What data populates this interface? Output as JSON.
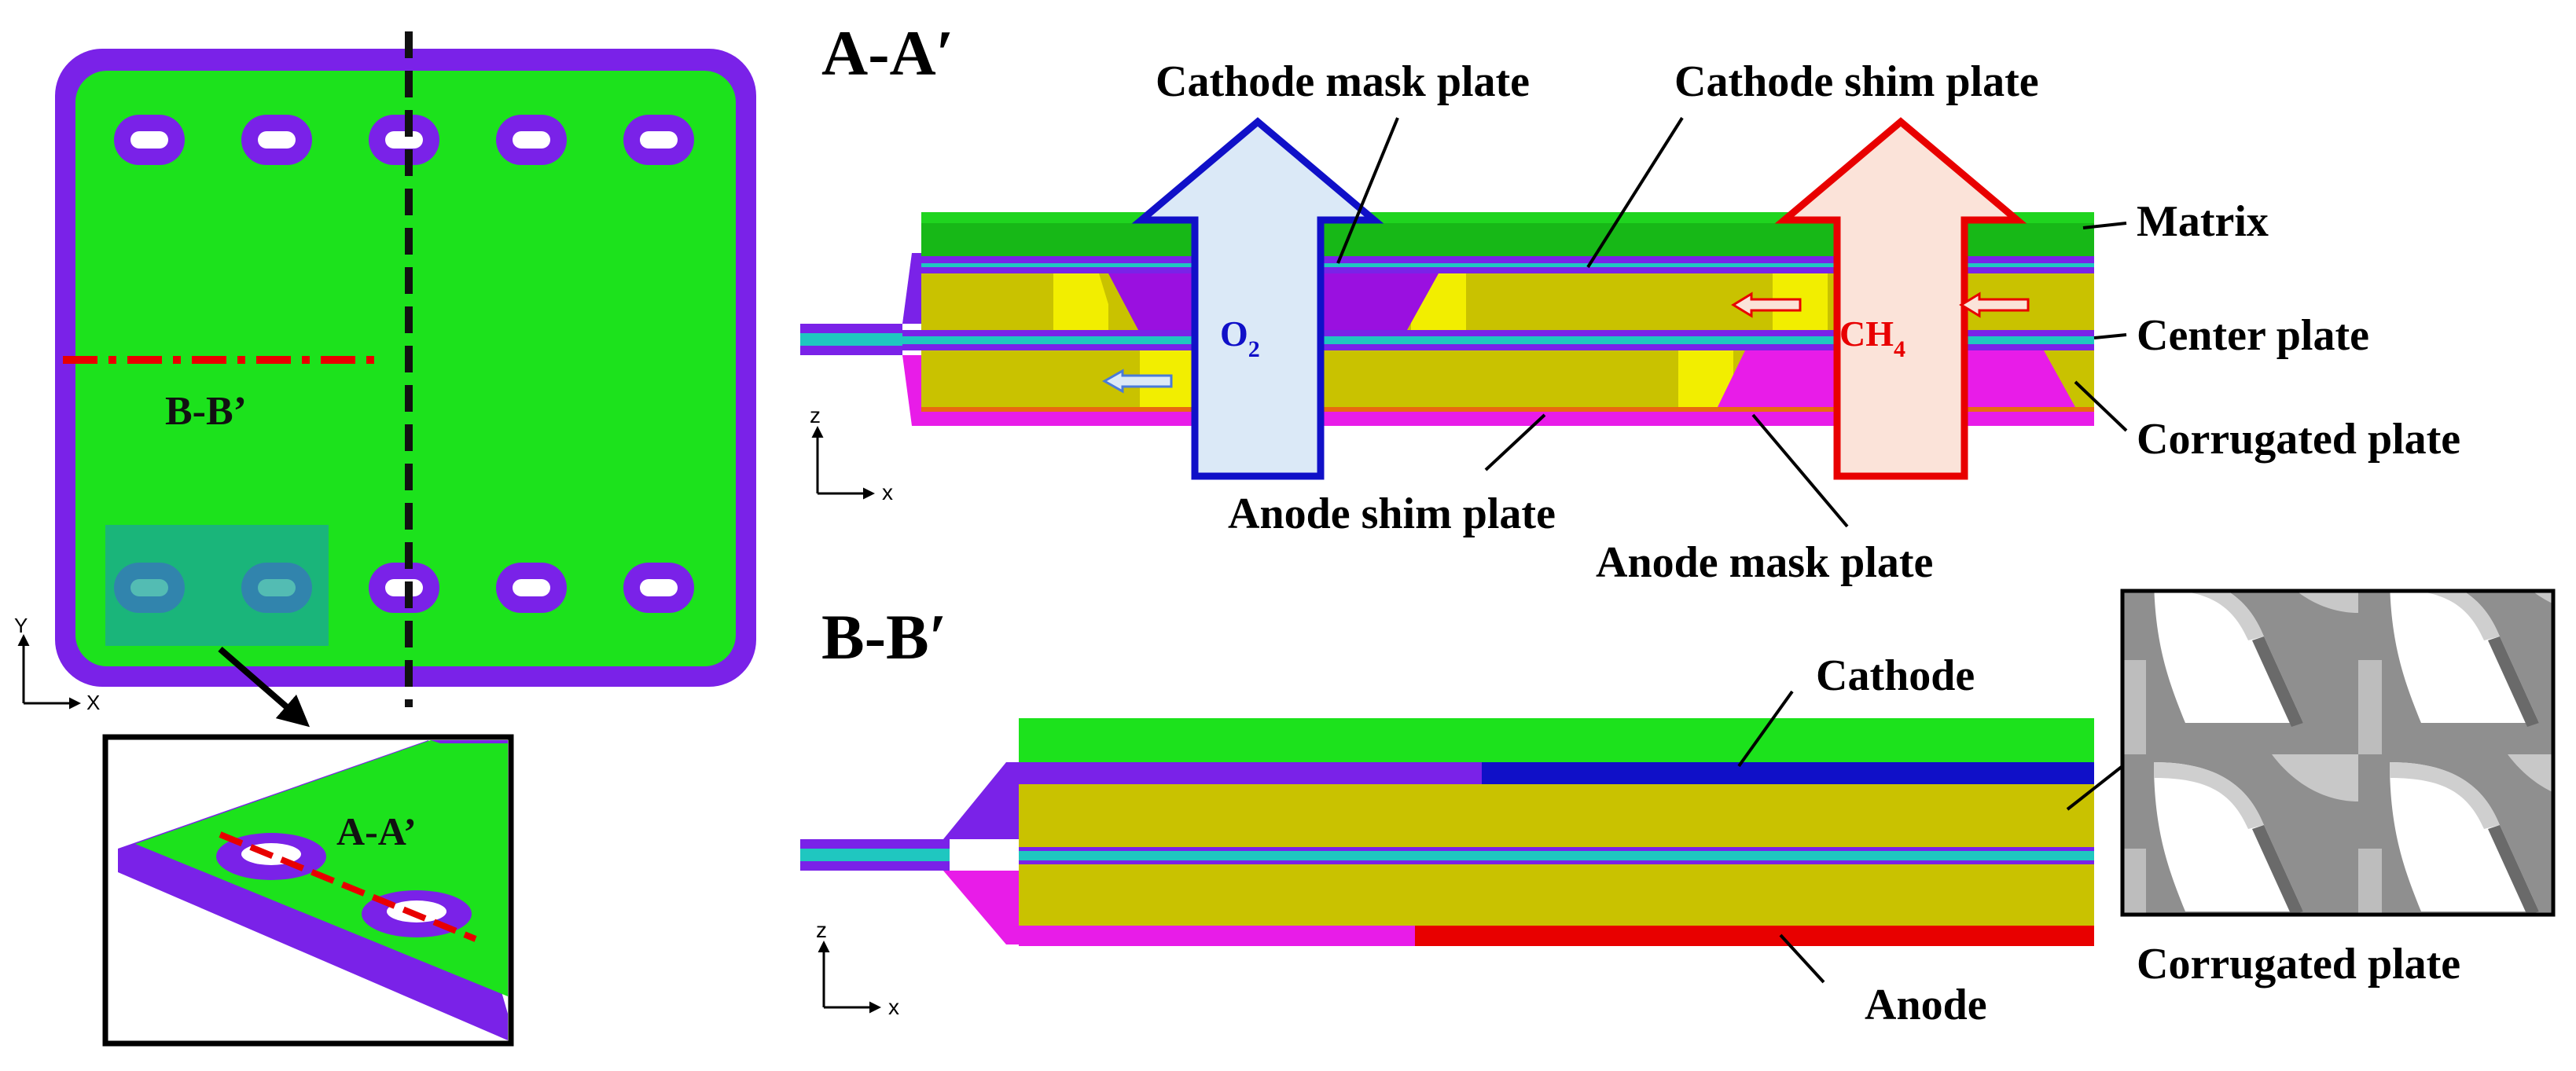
{
  "colors": {
    "green": "#1ce21c",
    "dark_green": "#17b817",
    "purple": "#7a22e8",
    "magenta": "#e81ce8",
    "yellow": "#c9c200",
    "bright_yellow": "#f2ee00",
    "cyan": "#1fc7c0",
    "blue": "#1010c8",
    "red": "#e80000",
    "light_blue_fill": "#dbe9f7",
    "light_red_fill": "#fbe3d9"
  },
  "top_view": {
    "section_b_label": "B-B’",
    "inset_section_label": "A-A’",
    "axes": {
      "vertical": "Y",
      "horizontal": "X"
    }
  },
  "section_aa": {
    "title": "A-A′",
    "labels": {
      "cathode_mask_plate": "Cathode mask plate",
      "cathode_shim_plate": "Cathode shim plate",
      "matrix": "Matrix",
      "center_plate": "Center plate",
      "corrugated_plate": "Corrugated plate",
      "anode_shim_plate": "Anode shim plate",
      "anode_mask_plate": "Anode mask plate"
    },
    "gas_left": {
      "base": "O",
      "sub": "2"
    },
    "gas_right": {
      "base": "CH",
      "sub": "4"
    },
    "axes": {
      "vertical": "z",
      "horizontal": "x"
    }
  },
  "section_bb": {
    "title": "B-B′",
    "labels": {
      "cathode": "Cathode",
      "anode": "Anode",
      "corrugated_plate": "Corrugated plate"
    },
    "axes": {
      "vertical": "z",
      "horizontal": "x"
    }
  }
}
